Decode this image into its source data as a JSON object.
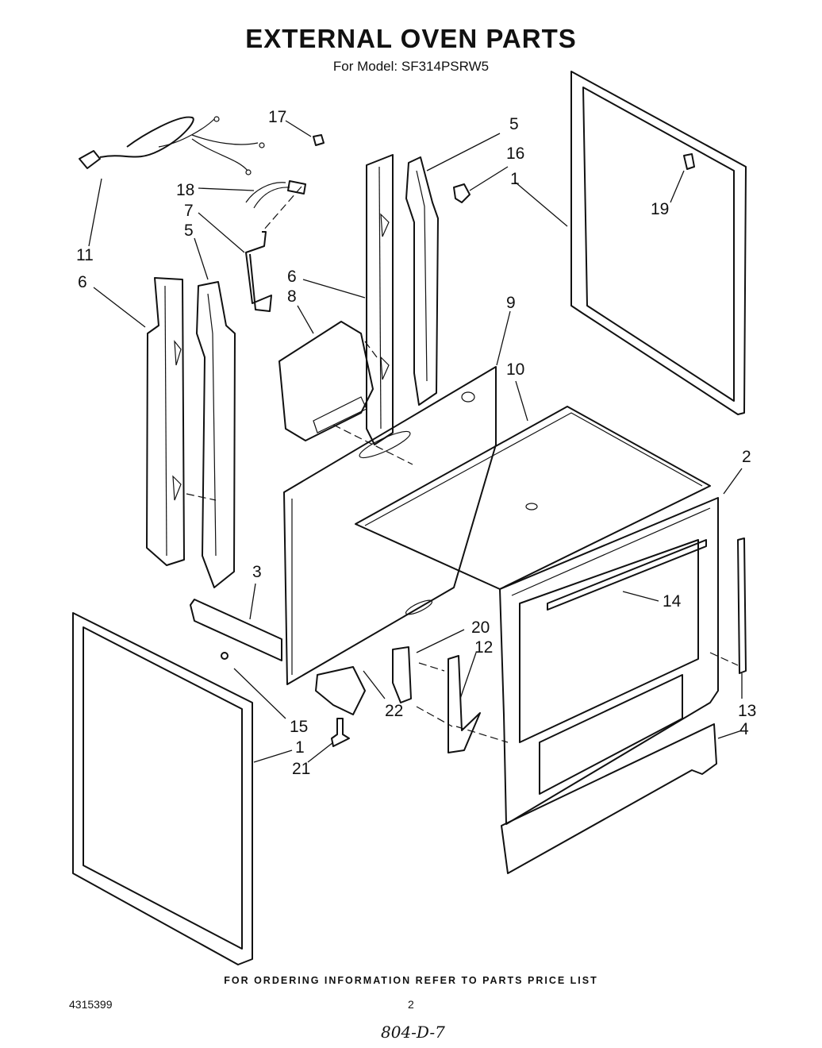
{
  "header": {
    "title": "EXTERNAL OVEN PARTS",
    "subtitle": "For Model: SF314PSRW5"
  },
  "callouts": {
    "c1a": "1",
    "c1b": "1",
    "c2": "2",
    "c3": "3",
    "c4": "4",
    "c5a": "5",
    "c5b": "5",
    "c6a": "6",
    "c6b": "6",
    "c7": "7",
    "c8": "8",
    "c9": "9",
    "c10": "10",
    "c11": "11",
    "c12": "12",
    "c13": "13",
    "c14": "14",
    "c15": "15",
    "c16": "16",
    "c17": "17",
    "c18": "18",
    "c19": "19",
    "c20": "20",
    "c21": "21",
    "c22": "22"
  },
  "footer": {
    "ordering_note": "FOR ORDERING INFORMATION REFER TO PARTS PRICE LIST",
    "doc_number": "4315399",
    "page_number": "2",
    "handwritten_code": "804-D-7"
  }
}
